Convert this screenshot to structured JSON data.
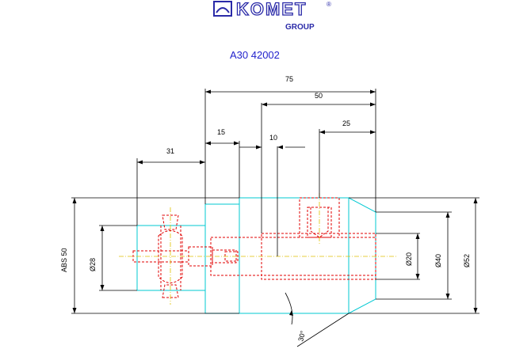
{
  "header": {
    "brand": "KOMET",
    "registered": "®",
    "group": "GROUP",
    "part_number": "A30 42002"
  },
  "dimensions": {
    "d75": "75",
    "d50": "50",
    "d25": "25",
    "d15": "15",
    "d10": "10",
    "d31": "31",
    "abs50": "ABS 50",
    "dia28": "Ø28",
    "dia20": "Ø20",
    "dia40": "Ø40",
    "dia52": "Ø52",
    "angle": "30°"
  },
  "colors": {
    "brand": "#2a2aa8",
    "part_number": "#2222cc",
    "outline": "#00c8d2",
    "hidden": "#e00000",
    "dimension": "#000000",
    "centerline": "#e0c000"
  }
}
